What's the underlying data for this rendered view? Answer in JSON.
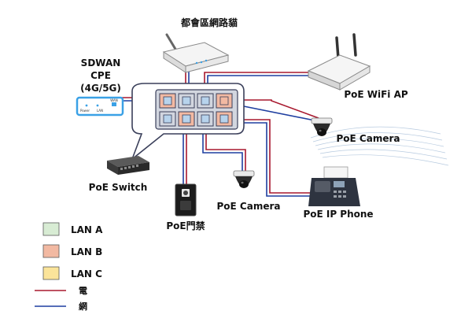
{
  "labels": {
    "modem": "都會區網路貓",
    "sdwan_line1": "SDWAN",
    "sdwan_line2": "CPE",
    "sdwan_line3": "(4G/5G)",
    "cpe_power": "Power",
    "cpe_lan": "LAN",
    "cpe_wan": "WAN",
    "wifi_ap": "PoE WiFi AP",
    "camera_right": "PoE Camera",
    "camera_mid": "PoE Camera",
    "ip_phone": "PoE IP Phone",
    "poe_switch": "PoE Switch",
    "door_access": "PoE門禁"
  },
  "legend": {
    "lan_a": "LAN A",
    "lan_b": "LAN B",
    "lan_c": "LAN C",
    "power_line": "電",
    "network_line": "網"
  },
  "colors": {
    "lan_a": "#d8ecd4",
    "lan_b": "#f2b9a2",
    "lan_c": "#fbe49a",
    "power_line": "#a8182e",
    "network_line": "#1f3fa0",
    "cpe_highlight": "#3aa1e6",
    "panel_fill": "#d2d6df",
    "port_fill": "#b7d3ec",
    "port_fill_b": "#f2b9a2"
  }
}
